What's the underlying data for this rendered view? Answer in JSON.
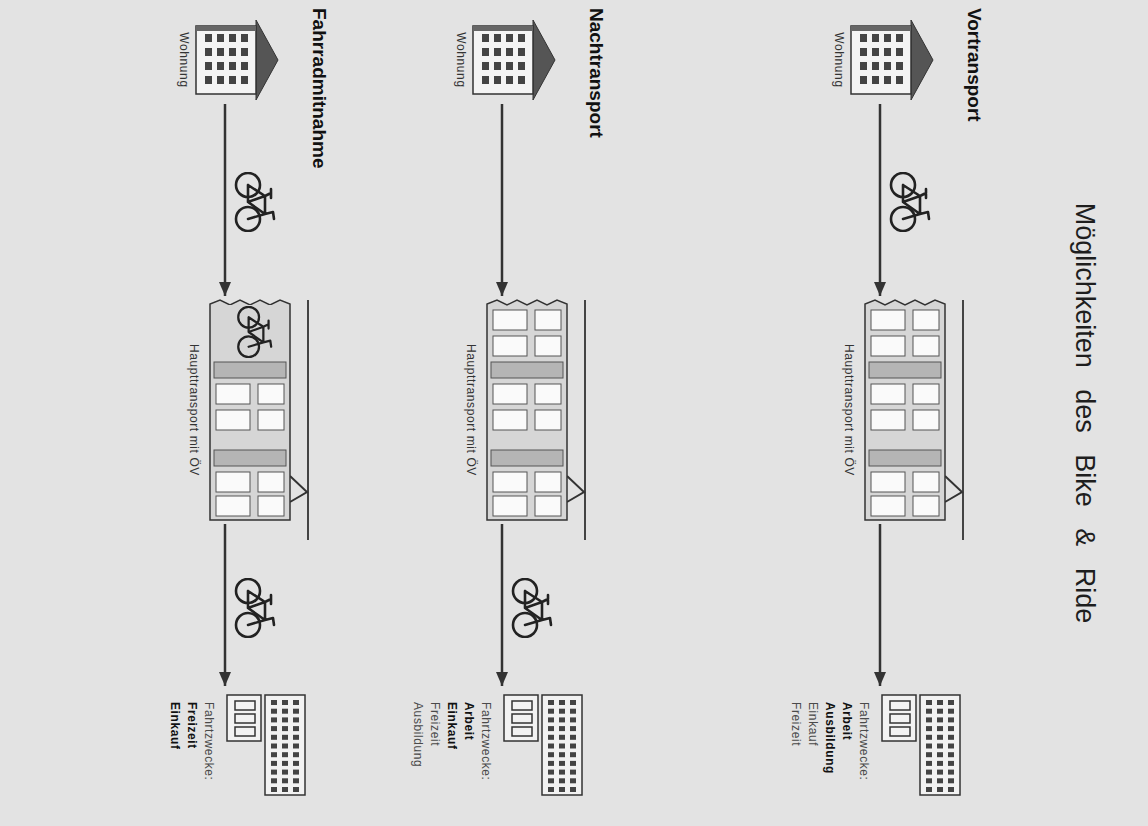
{
  "diagram": {
    "title": "Möglichkeiten des Bike & Ride",
    "nodes": [
      {
        "text": [
          "Wohnung"
        ]
      },
      {
        "text": [
          "Haupttransport mit ÖV"
        ]
      },
      {
        "text": [
          "Fahrtzwecke:",
          "Arbeit",
          "Ausbildung",
          "Einkauf",
          "Freizeit"
        ]
      },
      {
        "text": [
          "Wohnung"
        ]
      },
      {
        "text": [
          "Haupttransport mit ÖV"
        ]
      },
      {
        "text": [
          "Fahrtzwecke:",
          "Arbeit",
          "Einkauf",
          "Freizeit",
          "Ausbildung"
        ]
      },
      {
        "text": [
          "Wohnung"
        ]
      },
      {
        "text": [
          "Haupttransport mit ÖV"
        ]
      },
      {
        "text": [
          "Fahrtzwecke:",
          "Freizeit",
          "Einkauf"
        ]
      }
    ],
    "edges": [
      {
        "from": 0,
        "to": 1,
        "arrow": "to"
      },
      {
        "from": 1,
        "to": 2,
        "arrow": "to"
      },
      {
        "from": 3,
        "to": 4,
        "arrow": "to"
      },
      {
        "from": 4,
        "to": 5,
        "arrow": "to"
      },
      {
        "from": 6,
        "to": 7,
        "arrow": "to"
      },
      {
        "from": 7,
        "to": 8,
        "arrow": "to"
      }
    ],
    "labels": [
      "Vortransport",
      "Nachtransport",
      "Fahrradmitnahme"
    ]
  }
}
